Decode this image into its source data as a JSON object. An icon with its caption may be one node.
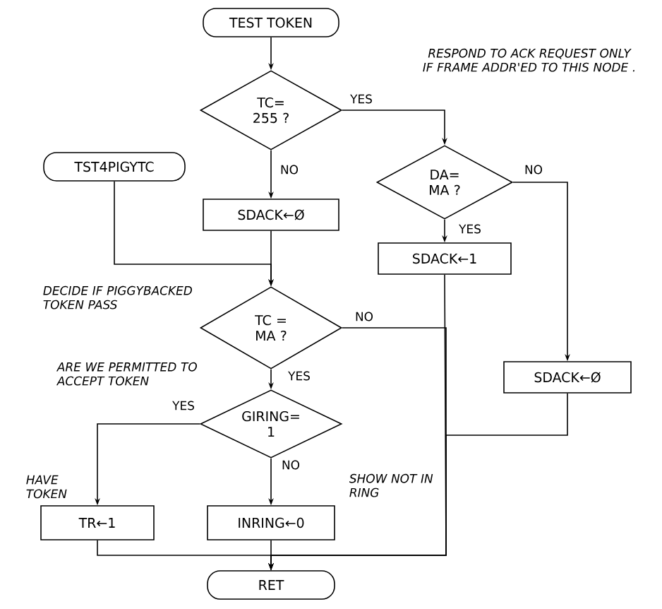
{
  "diagram": {
    "nodes": [
      {
        "text": [
          "TEST TOKEN"
        ]
      },
      {
        "text": [
          "TC= 255 ?"
        ]
      },
      {
        "text": [
          "TST4PIGYTC"
        ]
      },
      {
        "text": [
          "SDACK←Ø"
        ]
      },
      {
        "text": [
          "TC = MA ?"
        ]
      },
      {
        "text": [
          "DA= MA ?"
        ]
      },
      {
        "text": [
          "SDACK←1"
        ]
      },
      {
        "text": [
          "SDACK←Ø"
        ]
      },
      {
        "text": [
          "GIRING= 1"
        ]
      },
      {
        "text": [
          "TR←1"
        ]
      },
      {
        "text": [
          "INRING←0"
        ]
      },
      {
        "text": [
          "RET"
        ]
      }
    ],
    "edges": [
      {
        "from": 0,
        "to": 1,
        "arrow": "to"
      },
      {
        "from": 1,
        "to": 5,
        "arrow": "to",
        "label": "YES"
      },
      {
        "from": 1,
        "to": 3,
        "arrow": "to",
        "label": "NO"
      },
      {
        "from": 3,
        "to": 4,
        "arrow": "to"
      },
      {
        "from": 2,
        "to": 4,
        "arrow": "to"
      },
      {
        "from": 4,
        "to": 11,
        "arrow": "to",
        "label": "NO"
      },
      {
        "from": 5,
        "to": 6,
        "arrow": "to",
        "label": "YES"
      },
      {
        "from": 5,
        "to": 7,
        "arrow": "to",
        "label": "NO"
      },
      {
        "from": 6,
        "to": 11,
        "arrow": "to"
      },
      {
        "from": 7,
        "to": 11,
        "arrow": "to"
      },
      {
        "from": 4,
        "to": 8,
        "arrow": "to",
        "label": "YES"
      },
      {
        "from": 8,
        "to": 9,
        "arrow": "to",
        "label": "YES"
      },
      {
        "from": 8,
        "to": 10,
        "arrow": "to",
        "label": "NO"
      },
      {
        "from": 9,
        "to": 11,
        "arrow": "to"
      },
      {
        "from": 10,
        "to": 11,
        "arrow": "to"
      }
    ],
    "labels": [
      "RESPOND TO ACK REQUEST ONLY IF FRAME ADDR'ED TO THIS NODE .",
      "DECIDE IF PIGGYBACKED TOKEN PASS",
      "ARE WE PERMITTED TO ACCEPT TOKEN",
      "HAVE TOKEN",
      "SHOW NOT IN RING"
    ]
  }
}
